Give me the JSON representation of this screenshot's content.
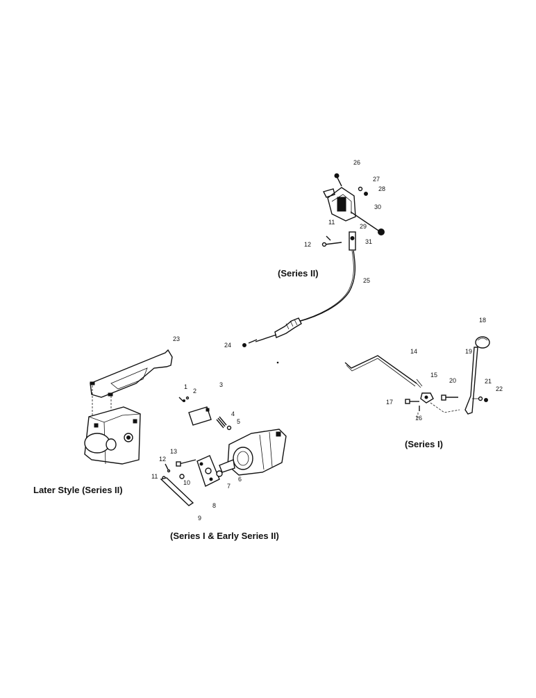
{
  "captions": {
    "series_ii_top": "(Series II)",
    "series_i_right": "(Series I)",
    "later_style": "Later Style (Series II)",
    "series_i_early_ii": "(Series I & Early Series II)"
  },
  "callouts": [
    "1",
    "2",
    "3",
    "4",
    "5",
    "6",
    "7",
    "8",
    "9",
    "10",
    "11",
    "12",
    "13",
    "14",
    "15",
    "16",
    "17",
    "18",
    "19",
    "20",
    "21",
    "22",
    "23",
    "24",
    "25",
    "26",
    "27",
    "28",
    "29",
    "30",
    "31",
    "11",
    "12"
  ]
}
